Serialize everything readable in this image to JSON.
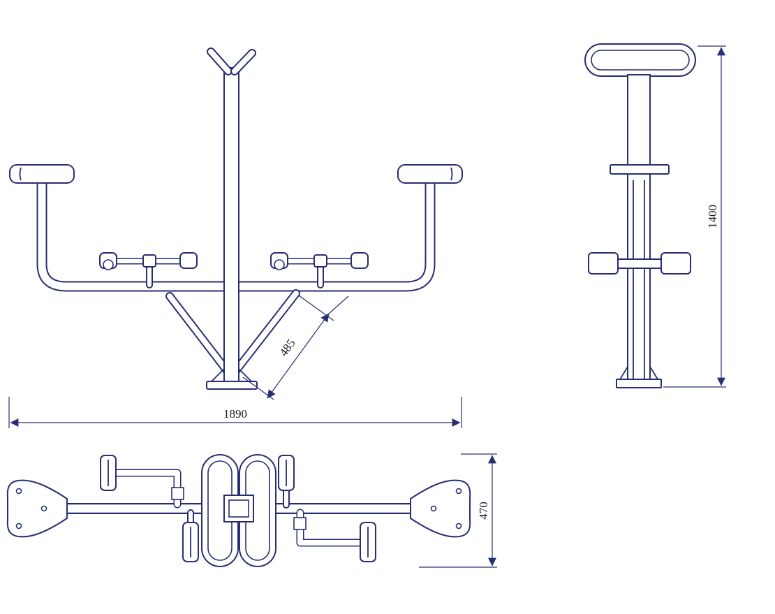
{
  "drawing": {
    "line_color": "#272e72",
    "text_color": "#1b1b1b",
    "background": "#ffffff",
    "dimensions": {
      "front_width": "1890",
      "front_brace": "485",
      "side_height": "1400",
      "top_depth": "470"
    }
  }
}
